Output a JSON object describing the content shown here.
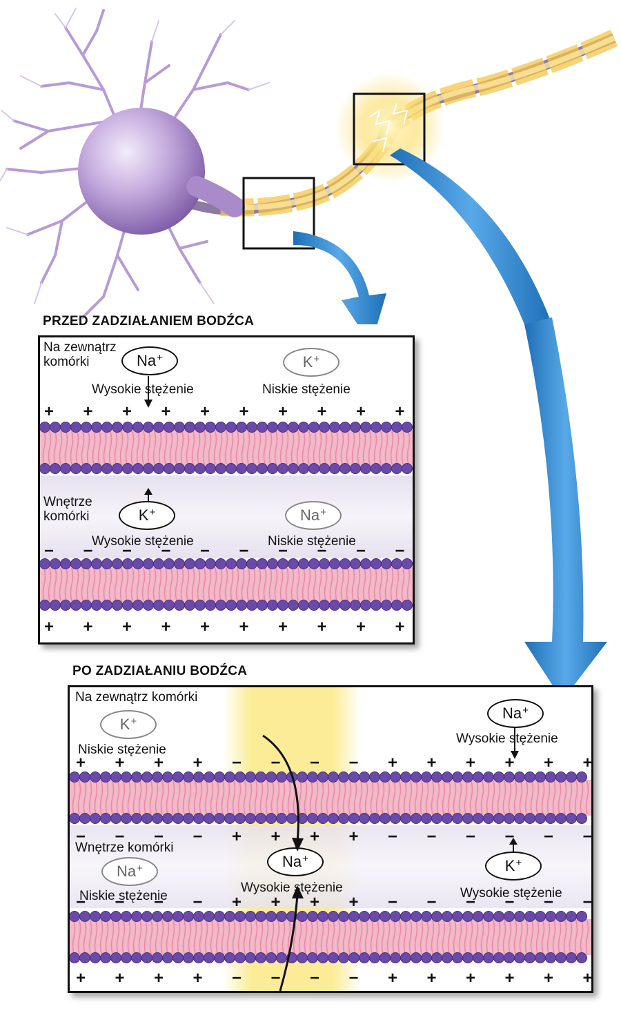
{
  "colors": {
    "membrane_head": "#6a4aa8",
    "membrane_tail": "#e98aa6",
    "arrow_blue": "#2e86d0",
    "neuron_body": "#b89ad8",
    "axon_glow": "#f6c23a",
    "highlight": "#fbe986"
  },
  "icons": [
    "neuron-illustration",
    "curved-arrow-icon",
    "lipid-bilayer-membrane",
    "ion-ellipse"
  ],
  "panel_before": {
    "title": "PRZED ZADZIAŁANIEM BODŹCA",
    "outside_label": "Na zewnątrz\nkomórki",
    "inside_label": "Wnętrze\nkomórki",
    "outside_na": {
      "ion": "Na",
      "charge": "+",
      "text": "Wysokie stężenie"
    },
    "outside_k": {
      "ion": "K",
      "charge": "+",
      "text": "Niskie stężenie"
    },
    "inside_k": {
      "ion": "K",
      "charge": "+",
      "text": "Wysokie stężenie"
    },
    "inside_na": {
      "ion": "Na",
      "charge": "+",
      "text": "Niskie stężenie"
    },
    "plus": "+",
    "minus": "−"
  },
  "panel_after": {
    "title": "PO ZADZIAŁANIU BODŹCA",
    "outside_label": "Na zewnątrz komórki",
    "inside_label": "Wnętrze komórki",
    "outside_k": {
      "ion": "K",
      "charge": "+",
      "text": "Niskie stężenie"
    },
    "outside_na": {
      "ion": "Na",
      "charge": "+",
      "text": "Wysokie stężenie"
    },
    "inside_na_left": {
      "ion": "Na",
      "charge": "+",
      "text": "Niskie stężenie"
    },
    "inside_na_center": {
      "ion": "Na",
      "charge": "+",
      "text": "Wysokie stężenie"
    },
    "inside_k": {
      "ion": "K",
      "charge": "+",
      "text": "Wysokie stężenie"
    },
    "plus": "+",
    "minus": "−"
  }
}
